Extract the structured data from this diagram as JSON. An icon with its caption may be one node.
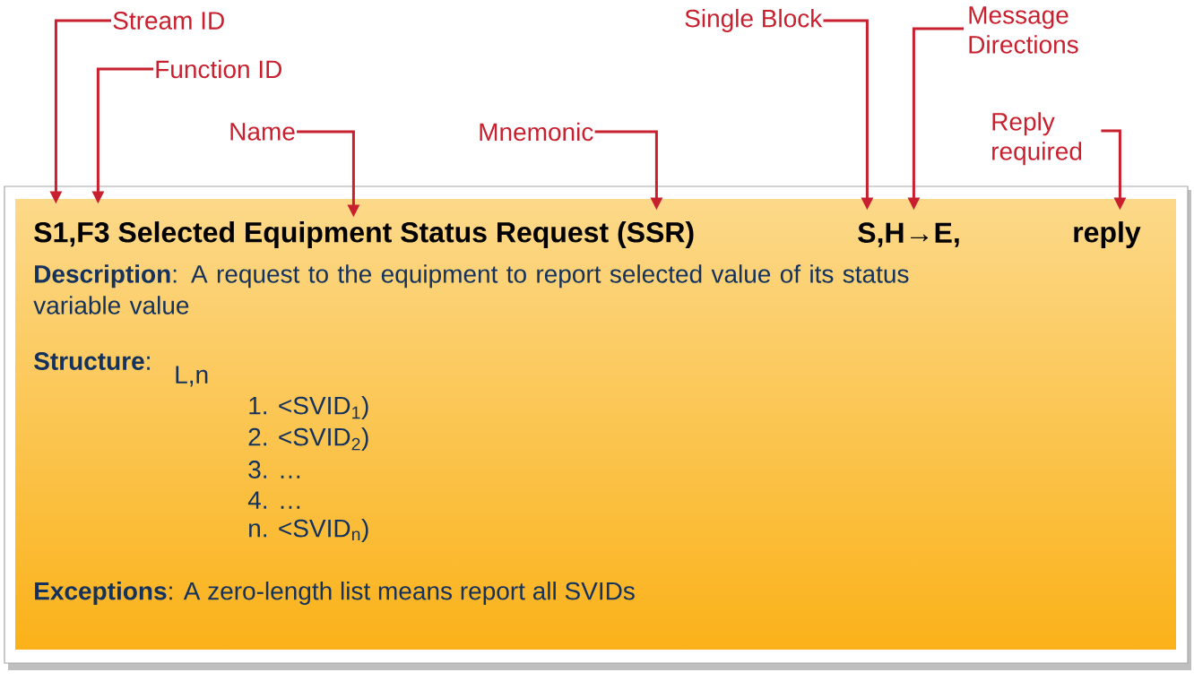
{
  "diagram": {
    "nodes": [
      {
        "text": [
          "Stream ID"
        ]
      },
      {
        "text": [
          "Function ID"
        ]
      },
      {
        "text": [
          "Name"
        ]
      },
      {
        "text": [
          "Mnemonic"
        ]
      },
      {
        "text": [
          "Single Block"
        ]
      },
      {
        "text": [
          "Message Directions"
        ]
      },
      {
        "text": [
          "Reply required"
        ]
      },
      {
        "text": [
          "S1,F3 Selected Equipment Status Request (SSR)",
          "S,H→E,",
          "reply",
          "**Description**: A request to the equipment to report selected value of its status variable value",
          "**Structure**:",
          "L,n",
          "1. <SVID$_{1}$)",
          "2. <SVID$_{2}$)",
          "3. …",
          "4. …",
          "n. <SVID$_{n}$)",
          "**Exceptions**: A zero-length list means report all SVIDs"
        ]
      }
    ],
    "edges": [
      {
        "from": 0,
        "to": 7,
        "arrow": "to"
      },
      {
        "from": 1,
        "to": 7,
        "arrow": "to"
      },
      {
        "from": 2,
        "to": 7,
        "arrow": "to"
      },
      {
        "from": 3,
        "to": 7,
        "arrow": "to"
      },
      {
        "from": 4,
        "to": 7,
        "arrow": "to"
      },
      {
        "from": 5,
        "to": 7,
        "arrow": "to"
      },
      {
        "from": 6,
        "to": 7,
        "arrow": "to"
      }
    ]
  }
}
